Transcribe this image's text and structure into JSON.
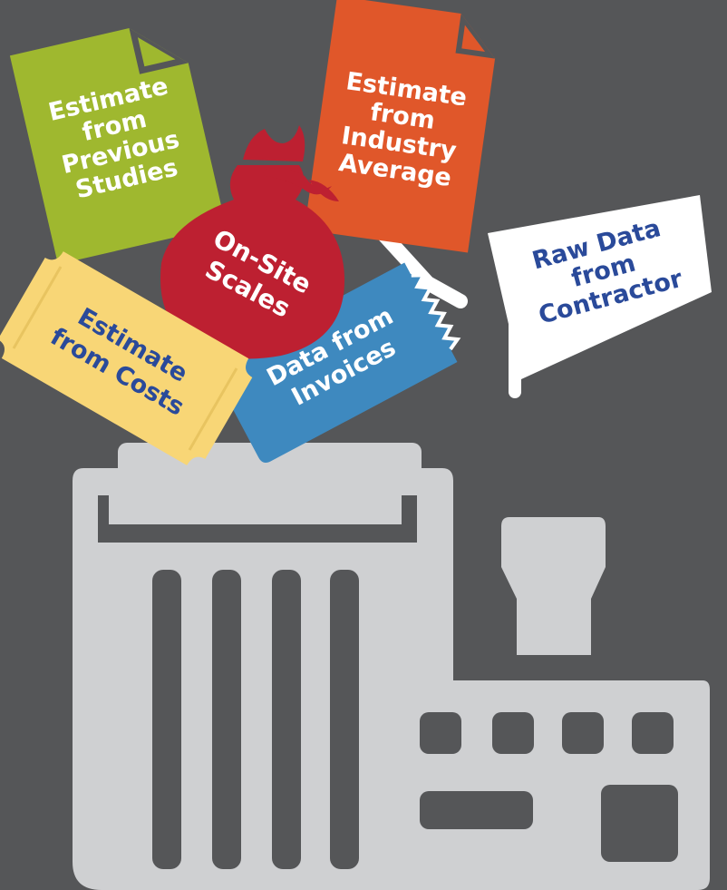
{
  "colors": {
    "background": "#555658",
    "bin": "#cfd0d2",
    "previous_studies": "#9fb82f",
    "industry_average": "#e0572a",
    "on_site_scales": "#bd2031",
    "invoices": "#3e89bf",
    "costs": "#f8d676",
    "contractor": "#ffffff",
    "dark_text": "#2a4a9a",
    "white_text": "#ffffff"
  },
  "items": {
    "previous_studies": {
      "icon": "document-icon",
      "lines": [
        "Estimate",
        "from",
        "Previous",
        "Studies"
      ]
    },
    "industry_average": {
      "icon": "document-icon",
      "lines": [
        "Estimate",
        "from",
        "Industry",
        "Average"
      ]
    },
    "on_site_scales": {
      "icon": "sack-icon",
      "lines": [
        "On-Site",
        "Scales"
      ]
    },
    "costs": {
      "icon": "ticket-icon",
      "lines": [
        "Estimate",
        "from Costs"
      ]
    },
    "invoices": {
      "icon": "receipt-icon",
      "lines": [
        "Data from",
        "Invoices"
      ]
    },
    "contractor": {
      "icon": "sign-icon",
      "lines": [
        "Raw Data",
        "from",
        "Contractor"
      ]
    }
  },
  "bin_icon": "waste-bin-icon",
  "scale_icon": "scale-machine-icon"
}
